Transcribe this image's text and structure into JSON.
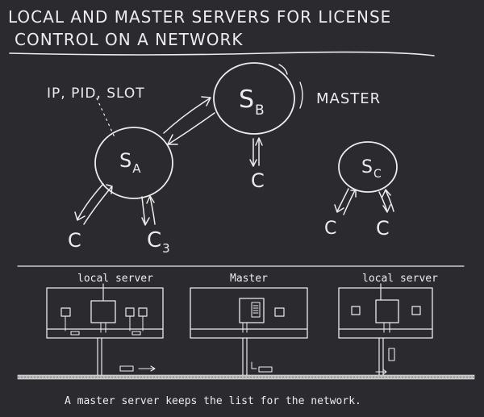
{
  "title": {
    "line1": "LOCAL AND MASTER SERVERS FOR LICENSE",
    "line2": "CONTROL ON A NETWORK"
  },
  "sketch": {
    "ip_label": "IP, PID, SLOT",
    "master_label": "MASTER",
    "servers": [
      {
        "id": "sb",
        "letter": "S",
        "sub": "B"
      },
      {
        "id": "sa",
        "letter": "S",
        "sub": "A"
      },
      {
        "id": "sc",
        "letter": "S",
        "sub": "C"
      }
    ],
    "clients": [
      {
        "id": "c-sb",
        "letter": "C",
        "sub": ""
      },
      {
        "id": "c-sa-left",
        "letter": "C",
        "sub": ""
      },
      {
        "id": "c-sa-right",
        "letter": "C",
        "sub": "3"
      },
      {
        "id": "c-sc-left",
        "letter": "C",
        "sub": ""
      },
      {
        "id": "c-sc-right",
        "letter": "C",
        "sub": ""
      }
    ]
  },
  "machines": [
    {
      "id": "left",
      "label": "local server"
    },
    {
      "id": "center",
      "label": "Master"
    },
    {
      "id": "right",
      "label": "local server"
    }
  ],
  "caption": "A master server keeps the list for the network.",
  "colors": {
    "background": "#2b2b2f",
    "ink": "#ececec"
  }
}
